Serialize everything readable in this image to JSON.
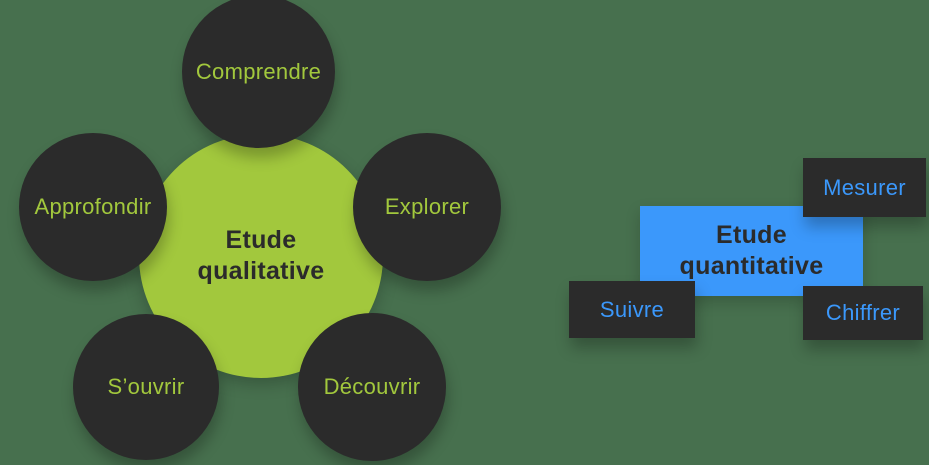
{
  "colors": {
    "background": "#47704e",
    "dark": "#2b2b2b",
    "green": "#a2c83d",
    "blue": "#3b98fb"
  },
  "qualitative_diagram": {
    "center": {
      "line1": "Etude",
      "line2": "qualitative"
    },
    "satellites": [
      {
        "label": "Comprendre"
      },
      {
        "label": "Approfondir"
      },
      {
        "label": "Explorer"
      },
      {
        "label": "S’ouvrir"
      },
      {
        "label": "Découvrir"
      }
    ]
  },
  "quantitative_diagram": {
    "center": {
      "line1": "Etude",
      "line2": "quantitative"
    },
    "satellites": [
      {
        "label": "Mesurer"
      },
      {
        "label": "Suivre"
      },
      {
        "label": "Chiffrer"
      }
    ]
  }
}
